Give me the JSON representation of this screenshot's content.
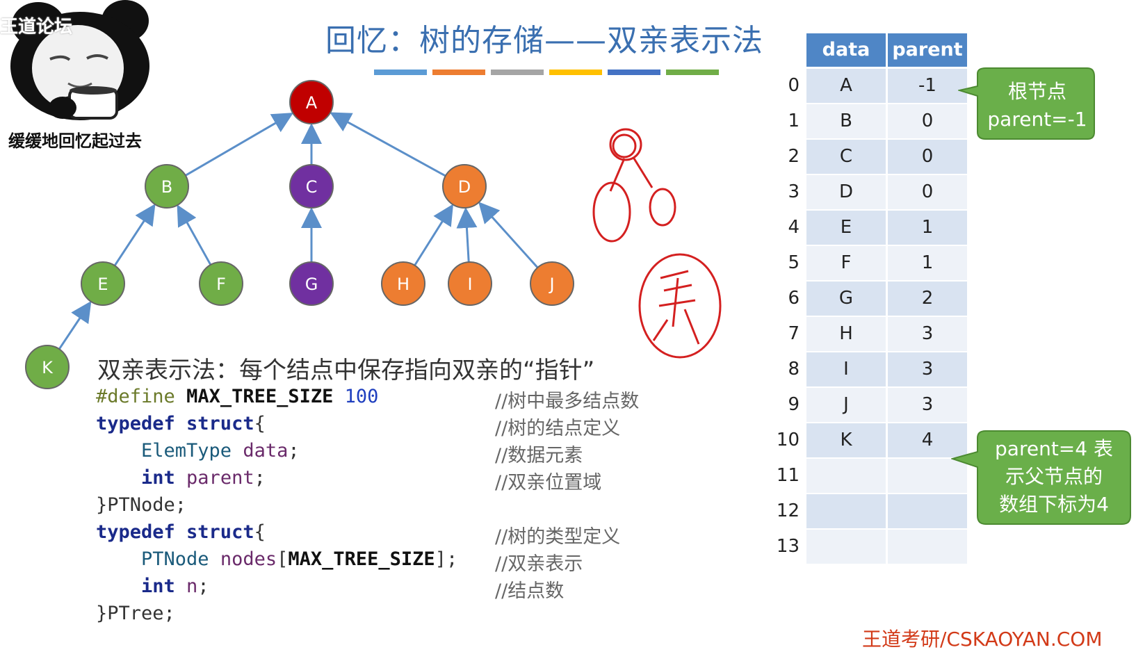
{
  "title": "回忆：树的存储——双亲表示法",
  "title_bar_colors": [
    "#5b9bd5",
    "#ed7d31",
    "#a5a5a5",
    "#ffc000",
    "#4472c4",
    "#70ad47"
  ],
  "meme": {
    "caption": "缓缓地回忆起过去",
    "watermark": "王道论坛"
  },
  "tree": {
    "nodes": [
      {
        "label": "A",
        "color": "#c00000"
      },
      {
        "label": "B",
        "color": "#70ad47"
      },
      {
        "label": "C",
        "color": "#7030a0"
      },
      {
        "label": "D",
        "color": "#ed7d31"
      },
      {
        "label": "E",
        "color": "#70ad47"
      },
      {
        "label": "F",
        "color": "#70ad47"
      },
      {
        "label": "G",
        "color": "#7030a0"
      },
      {
        "label": "H",
        "color": "#ed7d31"
      },
      {
        "label": "I",
        "color": "#ed7d31"
      },
      {
        "label": "J",
        "color": "#ed7d31"
      },
      {
        "label": "K",
        "color": "#70ad47"
      }
    ],
    "edges": [
      [
        "B",
        "A"
      ],
      [
        "C",
        "A"
      ],
      [
        "D",
        "A"
      ],
      [
        "E",
        "B"
      ],
      [
        "F",
        "B"
      ],
      [
        "G",
        "C"
      ],
      [
        "H",
        "D"
      ],
      [
        "I",
        "D"
      ],
      [
        "J",
        "D"
      ],
      [
        "K",
        "E"
      ]
    ]
  },
  "description": "双亲表示法：每个结点中保存指向双亲的“指针”",
  "code": {
    "define_kw": "#define",
    "define_name": "MAX_TREE_SIZE",
    "define_val": "100",
    "line2_kw": "typedef struct",
    "line2_brace": "{",
    "line3_type": "ElemType",
    "line3_var": "data",
    "line4_type": "int",
    "line4_var": "parent",
    "line5": "}PTNode;",
    "line6_kw": "typedef struct",
    "line6_brace": "{",
    "line7_type": "PTNode",
    "line7_var": "nodes",
    "line7_idx": "MAX_TREE_SIZE",
    "line8_type": "int",
    "line8_var": "n",
    "line9": "}PTree;",
    "comments": [
      "//树中最多结点数",
      "//树的结点定义",
      "//数据元素",
      "//双亲位置域",
      "//树的类型定义",
      "//双亲表示",
      "//结点数"
    ]
  },
  "table": {
    "headers": [
      "data",
      "parent"
    ],
    "rows": [
      {
        "index": "0",
        "data": "A",
        "parent": "-1"
      },
      {
        "index": "1",
        "data": "B",
        "parent": "0"
      },
      {
        "index": "2",
        "data": "C",
        "parent": "0"
      },
      {
        "index": "3",
        "data": "D",
        "parent": "0"
      },
      {
        "index": "4",
        "data": "E",
        "parent": "1"
      },
      {
        "index": "5",
        "data": "F",
        "parent": "1"
      },
      {
        "index": "6",
        "data": "G",
        "parent": "2"
      },
      {
        "index": "7",
        "data": "H",
        "parent": "3"
      },
      {
        "index": "8",
        "data": "I",
        "parent": "3"
      },
      {
        "index": "9",
        "data": "J",
        "parent": "3"
      },
      {
        "index": "10",
        "data": "K",
        "parent": "4"
      },
      {
        "index": "11",
        "data": "",
        "parent": ""
      },
      {
        "index": "12",
        "data": "",
        "parent": ""
      },
      {
        "index": "13",
        "data": "",
        "parent": ""
      }
    ],
    "header_color": "#4f86c6",
    "row_colors": [
      "#d9e3f1",
      "#eef2f8"
    ]
  },
  "callouts": {
    "root": [
      "根节点",
      "parent=-1"
    ],
    "k_note": [
      "parent=4 表",
      "示父节点的",
      "数组下标为4"
    ]
  },
  "watermark": "王道考研/CSKAOYAN.COM"
}
